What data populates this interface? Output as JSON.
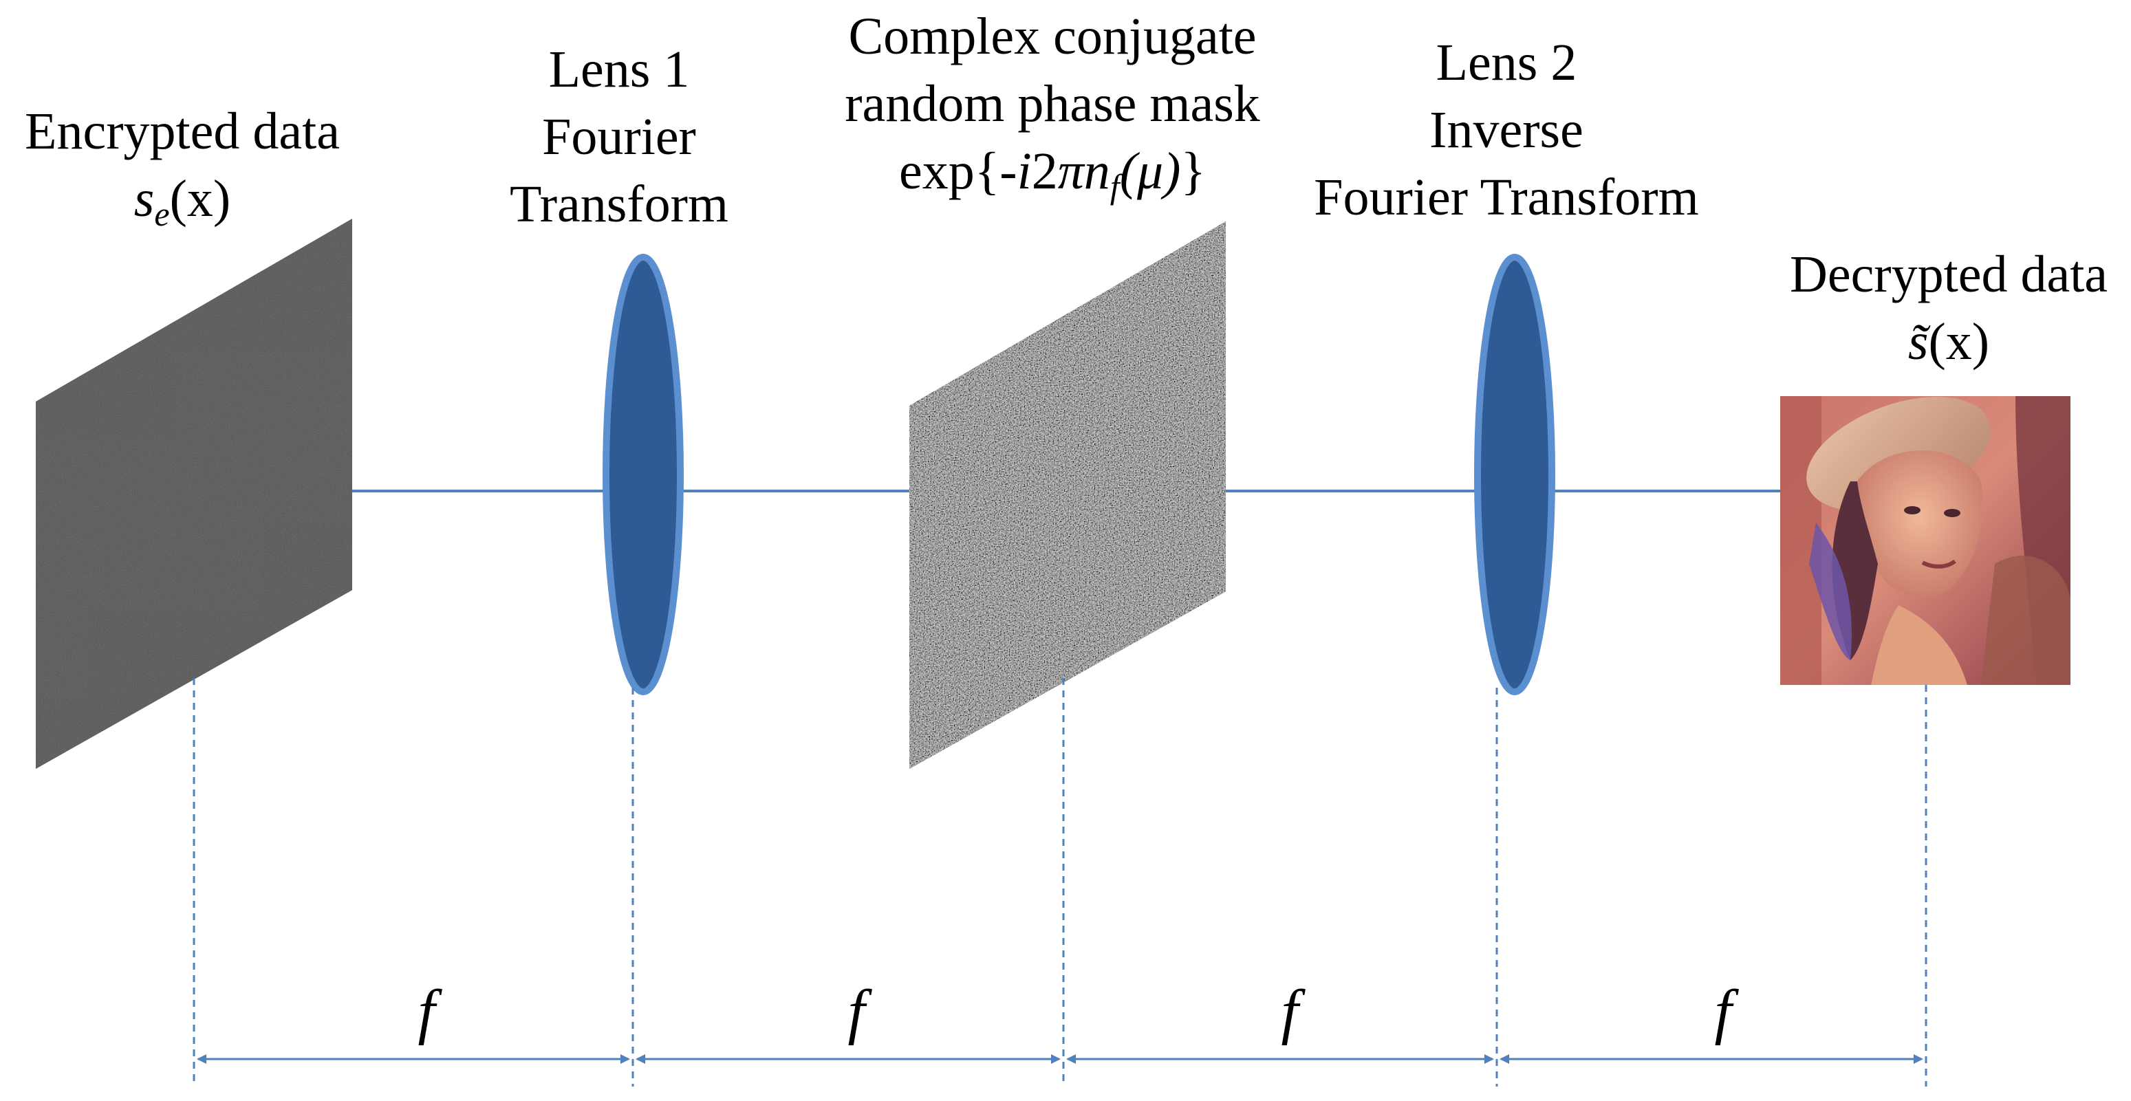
{
  "planes": {
    "encrypted": {
      "title": "Encrypted data",
      "symbol": "s",
      "subscript": "e",
      "arg": "(x)"
    },
    "lens1": {
      "line1": "Lens 1",
      "line2": "Fourier",
      "line3": "Transform"
    },
    "mask": {
      "line1": "Complex conjugate",
      "line2": "random phase mask",
      "expr_prefix": "exp{-",
      "expr_i2": "i",
      "expr_two": "2",
      "expr_pi": "π",
      "expr_n": "n",
      "expr_sub": "f",
      "expr_mu": "(μ)",
      "expr_suffix": "}"
    },
    "lens2": {
      "line1": "Lens 2",
      "line2": "Inverse",
      "line3": "Fourier Transform"
    },
    "decrypted": {
      "title": "Decrypted data",
      "symbol": "s̃",
      "arg": "(x)"
    }
  },
  "distances": {
    "segments": [
      "f",
      "f",
      "f",
      "f"
    ]
  },
  "colors": {
    "axis": "#4f81bd",
    "lens_fill": "#2e5a96",
    "lens_stroke": "#5b8fd0",
    "plate_dark": "#3b3b3b",
    "mask_dark": "#2a2a2a",
    "dimension": "#4f81bd"
  }
}
